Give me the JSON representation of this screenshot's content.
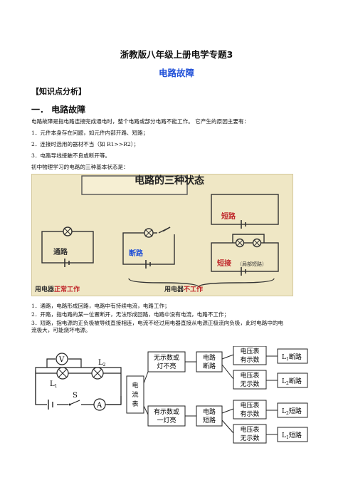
{
  "doc": {
    "title": "浙教版八年级上册电学专题3",
    "subtitle": "电路故障",
    "section_label": "【知识点分析】",
    "heading": "一．  电路故障",
    "intro": [
      "电路故障是指电路连接完成通电时，整个电路或部分电路不能工作。 它产生的原因主要有：",
      "1．元件本身存在问题，如元件内部开路、短路；",
      "2．连接时选用的器材不当（如 R1>>R2）；",
      "3．电路导线接触不良或断开等。",
      "初中物理学习的电路的三种基本状态是："
    ],
    "states": [
      "1．通路，电路形成回路，电路中有持续电流，电路工作；",
      "2．开路，指电路的某一位置断开，无法形成回路，电路中没有电流，电路不工作；",
      "3．短路，指电源的正负极被导线直接相连，电流不经过用电器直接从电源正极流向负极，此时电路中的电",
      "流极大，可能烧坏电源。"
    ]
  },
  "photo": {
    "title": "电路的三种状态",
    "label_open_circuit": "通路",
    "label_broken": "断路",
    "label_short": "短路",
    "label_short_partial": "短接",
    "label_partial_note": "（局部短路）",
    "normal_prefix": "用电器",
    "normal_emph": "正常工作",
    "abnormal_prefix": "用电器",
    "abnormal_emph": "不工作"
  },
  "diagram": {
    "meter_v": "V",
    "meter_a": "A",
    "lamp1": "L",
    "lamp1_sub": "1",
    "lamp2": "L",
    "lamp2_sub": "2",
    "switch": "S",
    "ammeter_box": [
      "电",
      "流",
      "表"
    ],
    "no_reading": [
      "无示数或",
      "灯不亮"
    ],
    "has_reading": [
      "有示数或",
      "一灯亮"
    ],
    "open_branch": [
      "电路",
      "断路"
    ],
    "short_branch": [
      "电路",
      "短路"
    ],
    "v_has": [
      "电压表",
      "有示数"
    ],
    "v_none": [
      "电压表",
      "无示数"
    ],
    "results": [
      {
        "lamp": "L",
        "sub": "1",
        "fault": "断路"
      },
      {
        "lamp": "L",
        "sub": "2",
        "fault": "断路"
      },
      {
        "lamp": "L",
        "sub": "2",
        "fault": "短路"
      },
      {
        "lamp": "L",
        "sub": "1",
        "fault": "短路"
      }
    ]
  }
}
